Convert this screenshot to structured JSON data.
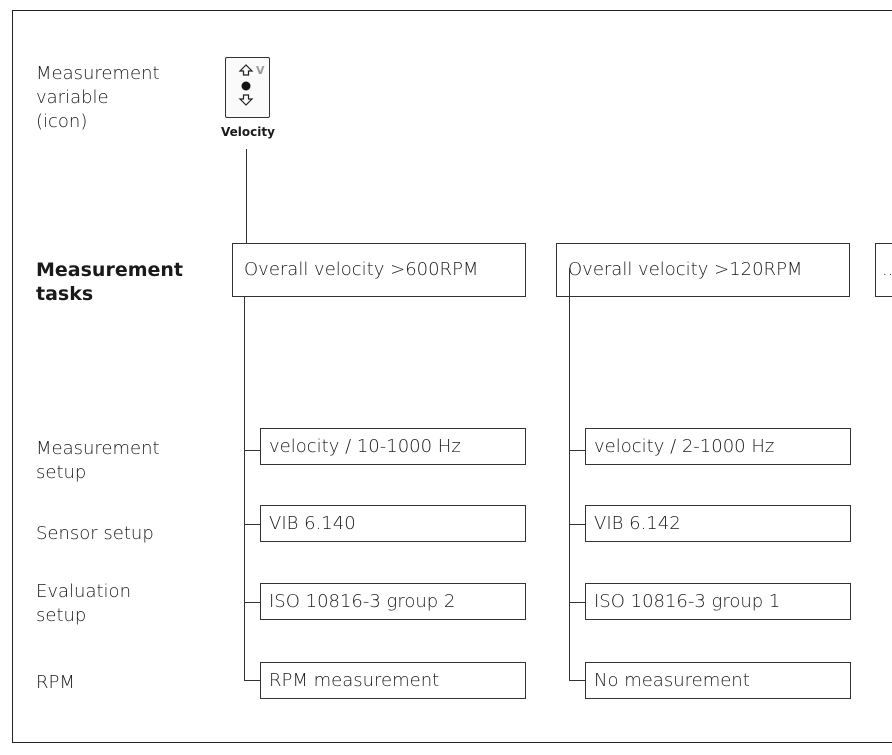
{
  "row_labels": {
    "measurement_variable": [
      "Measurement",
      "variable",
      "(icon)"
    ],
    "measurement_tasks": [
      "Measurement",
      "tasks"
    ],
    "measurement_setup": [
      "Measurement",
      "setup"
    ],
    "sensor_setup": [
      "Sensor setup"
    ],
    "evaluation_setup": [
      "Evaluation",
      "setup"
    ],
    "rpm": [
      "RPM"
    ]
  },
  "icon": {
    "name": "velocity-icon",
    "caption": "Velocity",
    "corner_letter": "V"
  },
  "tasks": [
    {
      "label": "Overall velocity >600RPM",
      "measurement_setup": "velocity / 10-1000 Hz",
      "sensor_setup": "VIB 6.140",
      "evaluation_setup": "ISO 10816-3 group 2",
      "rpm": "RPM measurement"
    },
    {
      "label": "Overall velocity >120RPM",
      "measurement_setup": "velocity / 2-1000 Hz",
      "sensor_setup": "VIB 6.142",
      "evaluation_setup": "ISO 10816-3 group 1",
      "rpm": "No measurement"
    },
    {
      "label": "..."
    }
  ]
}
